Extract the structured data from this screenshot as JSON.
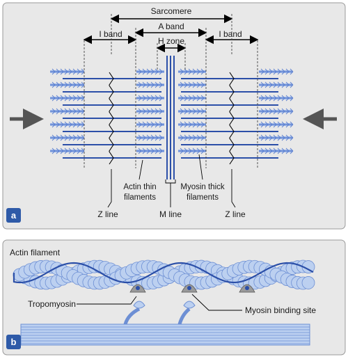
{
  "panel_a": {
    "badge": "a",
    "labels": {
      "sarcomere": "Sarcomere",
      "a_band": "A band",
      "h_zone": "H zone",
      "i_band_left": "I band",
      "i_band_right": "I band",
      "actin_thin": "Actin thin",
      "filaments_left": "filaments",
      "myosin_thick": "Myosin thick",
      "filaments_right": "filaments",
      "z_line_left": "Z line",
      "m_line": "M line",
      "z_line_right": "Z line"
    }
  },
  "panel_b": {
    "badge": "b",
    "labels": {
      "actin_filament": "Actin filament",
      "tropomyosin": "Tropomyosin",
      "myosin_binding_site": "Myosin binding site"
    }
  },
  "colors": {
    "panel_bg": "#e8e8e8",
    "panel_border": "#9a9a9a",
    "thin_filament": "#2b4fa8",
    "thick_filament": "#5b7fcf",
    "thick_light": "#9fb8e8",
    "bead": "#bcd0f0",
    "bead_stroke": "#6d8fd4",
    "badge": "#2e5aa8",
    "arrow": "#555555"
  }
}
